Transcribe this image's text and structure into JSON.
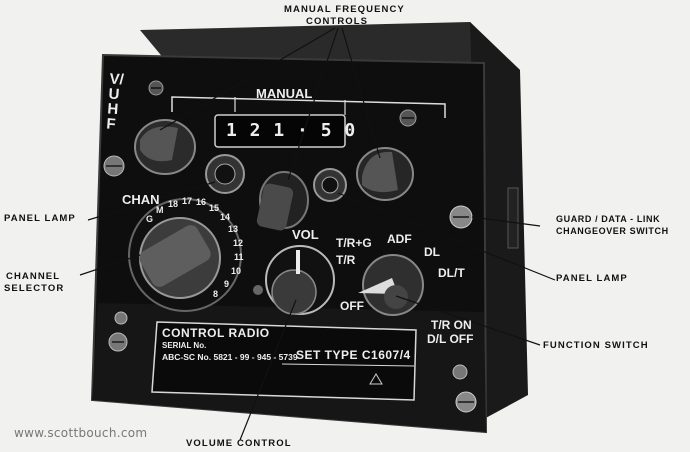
{
  "callouts": {
    "manual_frequency_line1": "MANUAL FREQUENCY",
    "manual_frequency_line2": "CONTROLS",
    "panel_lamp_left": "PANEL LAMP",
    "channel_selector_line1": "CHANNEL",
    "channel_selector_line2": "SELECTOR",
    "guard_line1": "GUARD / DATA - LINK",
    "guard_line2": "CHANGEOVER SWITCH",
    "panel_lamp_right": "PANEL LAMP",
    "function_switch": "FUNCTION SWITCH",
    "volume_control": "VOLUME CONTROL"
  },
  "panel": {
    "band_label": "V/UHF",
    "manual_label": "MANUAL",
    "frequency_readout": "1 2 1 · 5 0",
    "chan_label": "CHAN",
    "vol_label": "VOL",
    "function_positions": [
      "T/R+G",
      "ADF",
      "DL",
      "T/R",
      "DL/T",
      "OFF",
      "T/R ON",
      "D/L OFF"
    ],
    "channel_numbers": [
      "G",
      "M",
      "18",
      "17",
      "16",
      "15",
      "14",
      "13",
      "12",
      "11",
      "10",
      "9",
      "8"
    ],
    "plate": {
      "title": "CONTROL RADIO",
      "serial_label": "SERIAL No.",
      "part_number": "ABC-SC No. 5821 - 99 - 945 - 5739",
      "set_type": "SET TYPE C1607/4"
    }
  },
  "watermark": "www.scottbouch.com"
}
